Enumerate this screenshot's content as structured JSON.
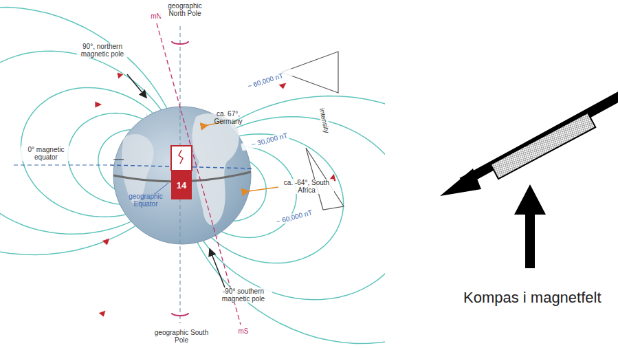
{
  "diagram": {
    "nodes": [
      {
        "text": [
          "14"
        ]
      }
    ],
    "labels": [
      "mN",
      "geographic North Pole",
      "90°, northern magnetic pole",
      "ca. 67°, Germany",
      "~ 60,000 nT",
      "~ 30,000 nT",
      "intensity",
      "0° magnetic equator",
      "geographic Equator",
      "ca. -64°, South Africa",
      "~ 60,000 nT",
      "-90° southern magnetic pole",
      "mS",
      "geographic South Pole",
      "Kompas i magnetfelt"
    ]
  }
}
